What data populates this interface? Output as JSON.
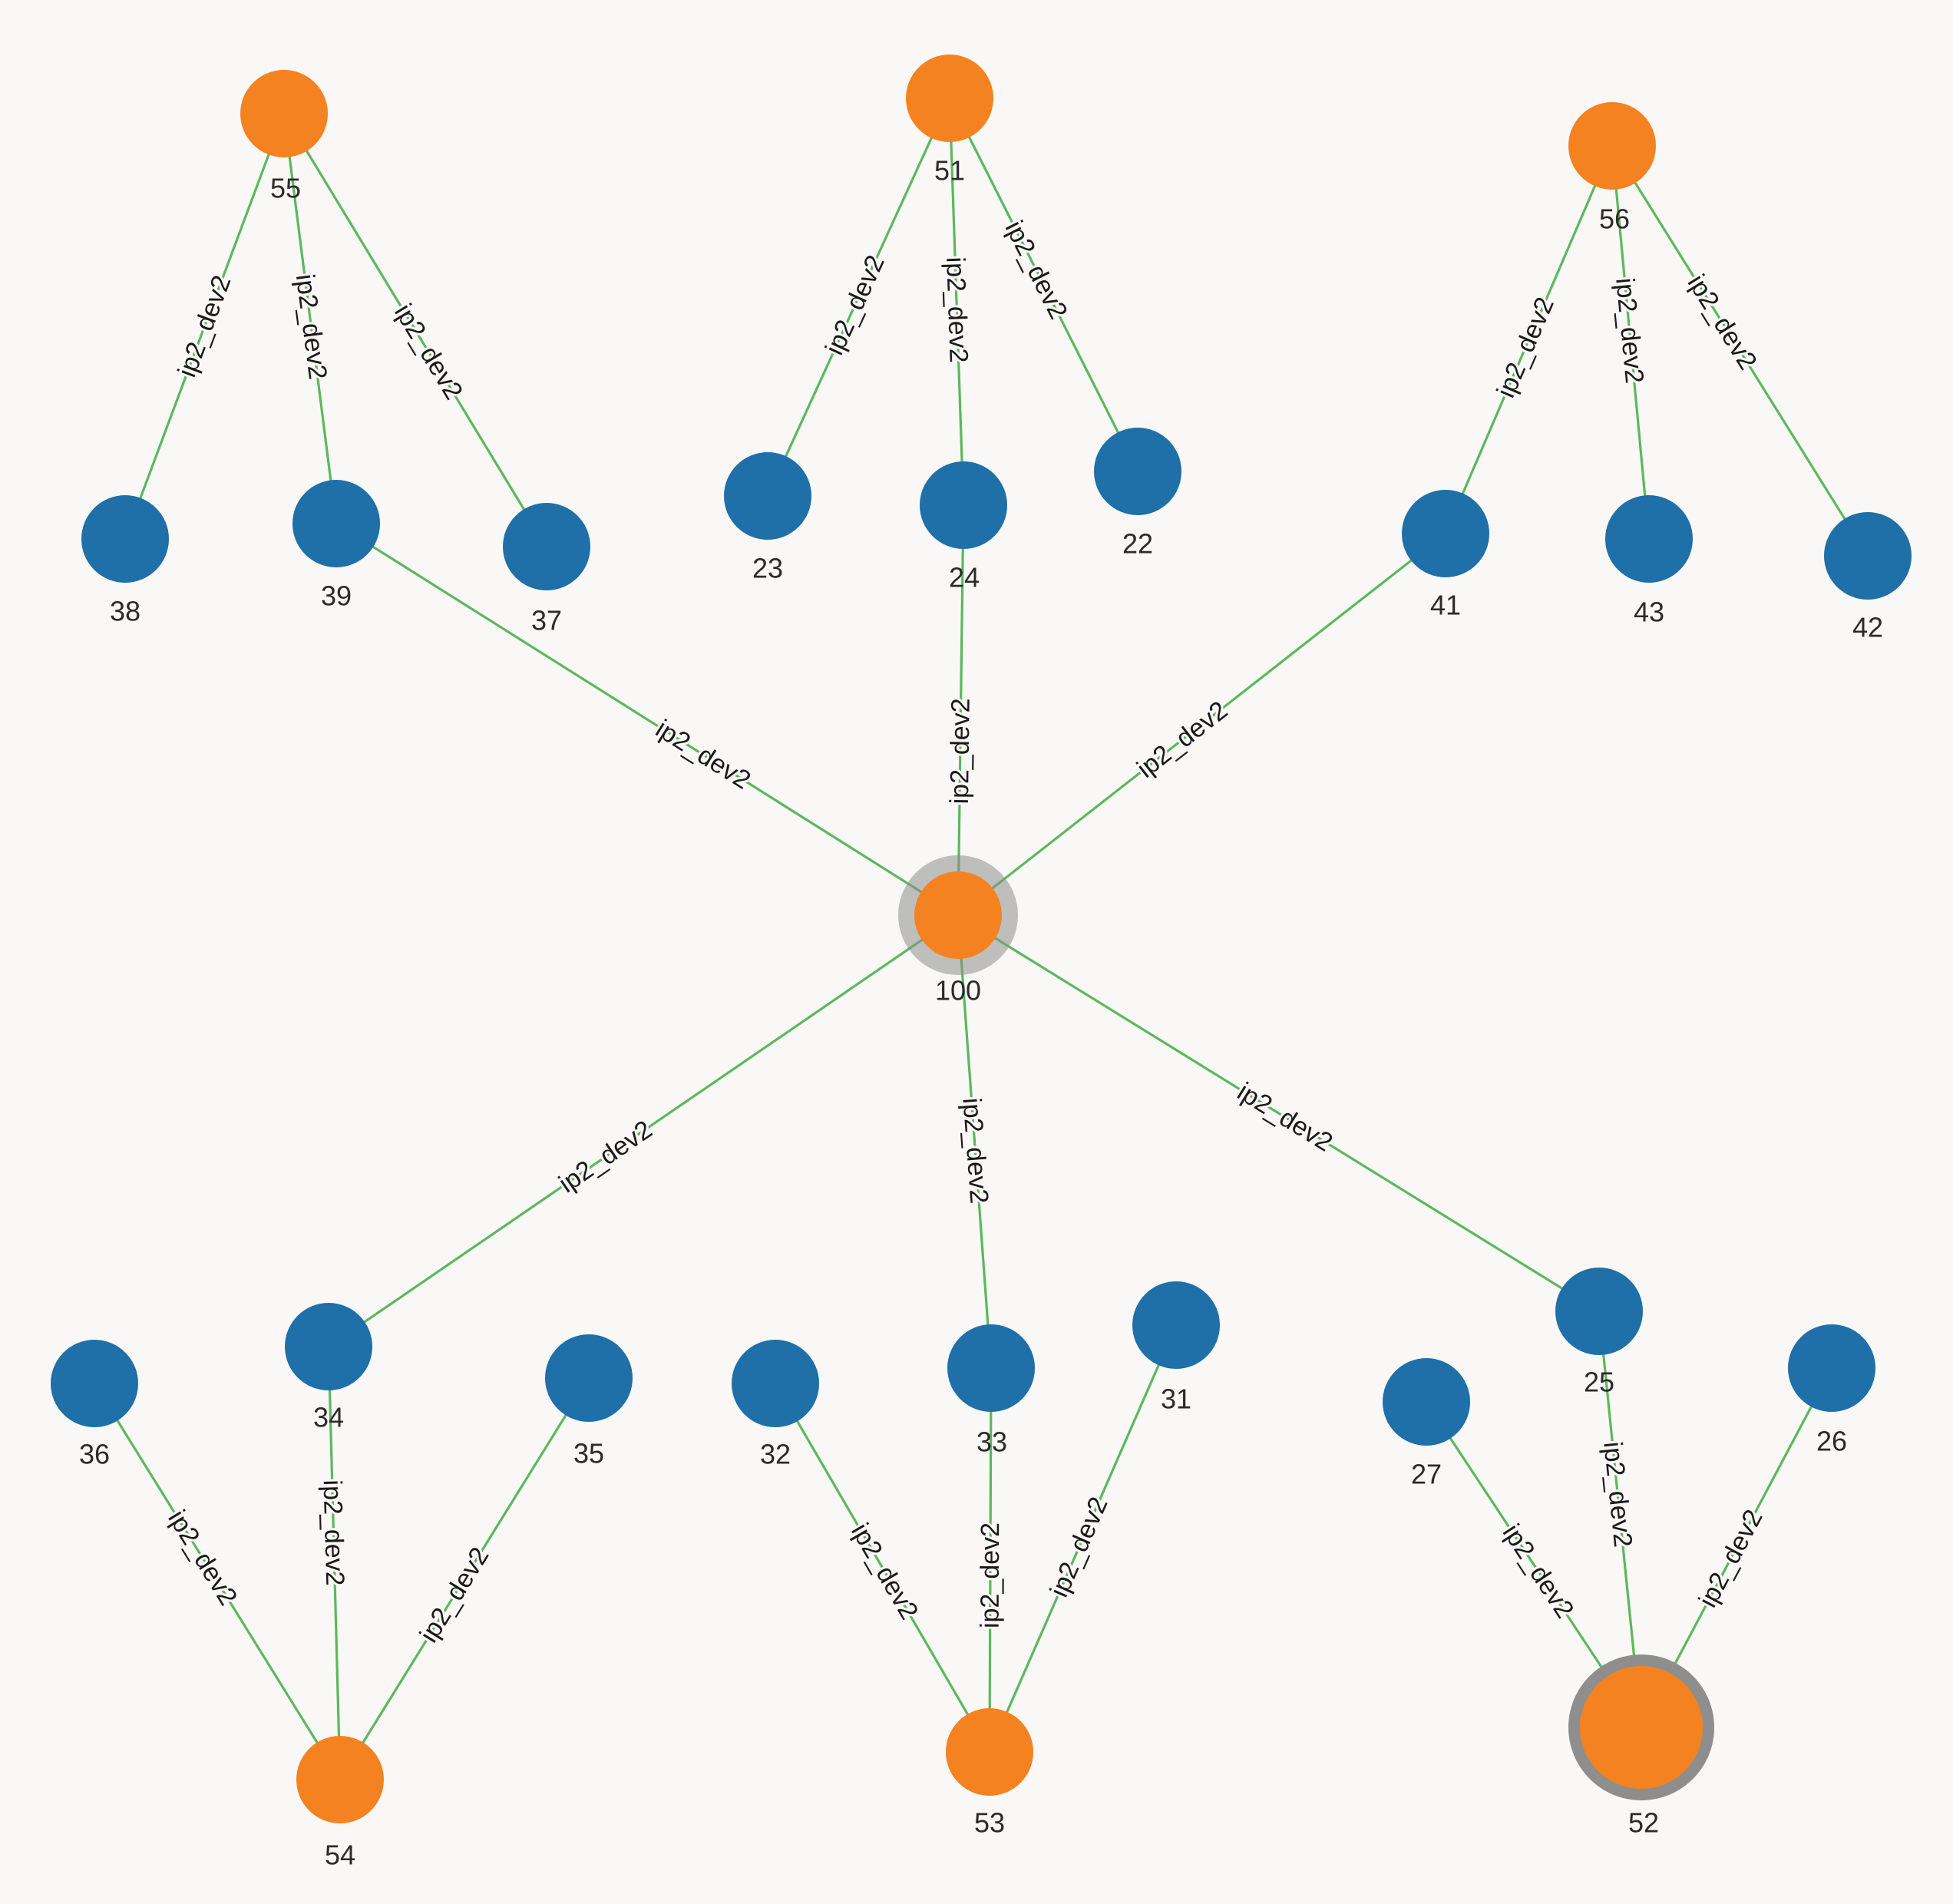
{
  "colors": {
    "background": "#f9f8f7",
    "edge": "#5cb85c",
    "hub_node": "#f58220",
    "leaf_node": "#1f6fa8",
    "selection_halo": "#8e8e8e",
    "label_text": "#2b2b2b"
  },
  "nodes": [
    {
      "id": "100",
      "label": "100",
      "kind": "hub",
      "selected": true
    },
    {
      "id": "55",
      "label": "55",
      "kind": "hub"
    },
    {
      "id": "51",
      "label": "51",
      "kind": "hub"
    },
    {
      "id": "56",
      "label": "56",
      "kind": "hub"
    },
    {
      "id": "54",
      "label": "54",
      "kind": "hub"
    },
    {
      "id": "53",
      "label": "53",
      "kind": "hub"
    },
    {
      "id": "52",
      "label": "52",
      "kind": "hub",
      "selected": true
    },
    {
      "id": "38",
      "label": "38",
      "kind": "leaf"
    },
    {
      "id": "39",
      "label": "39",
      "kind": "leaf"
    },
    {
      "id": "37",
      "label": "37",
      "kind": "leaf"
    },
    {
      "id": "23",
      "label": "23",
      "kind": "leaf"
    },
    {
      "id": "24",
      "label": "24",
      "kind": "leaf"
    },
    {
      "id": "22",
      "label": "22",
      "kind": "leaf"
    },
    {
      "id": "41",
      "label": "41",
      "kind": "leaf"
    },
    {
      "id": "43",
      "label": "43",
      "kind": "leaf"
    },
    {
      "id": "42",
      "label": "42",
      "kind": "leaf"
    },
    {
      "id": "36",
      "label": "36",
      "kind": "leaf"
    },
    {
      "id": "34",
      "label": "34",
      "kind": "leaf"
    },
    {
      "id": "35",
      "label": "35",
      "kind": "leaf"
    },
    {
      "id": "32",
      "label": "32",
      "kind": "leaf"
    },
    {
      "id": "33",
      "label": "33",
      "kind": "leaf"
    },
    {
      "id": "31",
      "label": "31",
      "kind": "leaf"
    },
    {
      "id": "27",
      "label": "27",
      "kind": "leaf"
    },
    {
      "id": "25",
      "label": "25",
      "kind": "leaf"
    },
    {
      "id": "26",
      "label": "26",
      "kind": "leaf"
    }
  ],
  "edges": [
    {
      "source": "55",
      "target": "38",
      "label": "ip2_dev2"
    },
    {
      "source": "55",
      "target": "39",
      "label": "ip2_dev2"
    },
    {
      "source": "55",
      "target": "37",
      "label": "ip2_dev2"
    },
    {
      "source": "51",
      "target": "23",
      "label": "ip2_dev2"
    },
    {
      "source": "51",
      "target": "24",
      "label": "ip2_dev2"
    },
    {
      "source": "51",
      "target": "22",
      "label": "ip2_dev2"
    },
    {
      "source": "56",
      "target": "41",
      "label": "ip2_dev2"
    },
    {
      "source": "56",
      "target": "43",
      "label": "ip2_dev2"
    },
    {
      "source": "56",
      "target": "42",
      "label": "ip2_dev2"
    },
    {
      "source": "39",
      "target": "100",
      "label": "ip2_dev2"
    },
    {
      "source": "24",
      "target": "100",
      "label": "ip2_dev2"
    },
    {
      "source": "41",
      "target": "100",
      "label": "ip2_dev2"
    },
    {
      "source": "100",
      "target": "34",
      "label": "ip2_dev2"
    },
    {
      "source": "100",
      "target": "33",
      "label": "ip2_dev2"
    },
    {
      "source": "100",
      "target": "25",
      "label": "ip2_dev2"
    },
    {
      "source": "36",
      "target": "54",
      "label": "ip2_dev2"
    },
    {
      "source": "34",
      "target": "54",
      "label": "ip2_dev2"
    },
    {
      "source": "35",
      "target": "54",
      "label": "ip2_dev2"
    },
    {
      "source": "32",
      "target": "53",
      "label": "ip2_dev2"
    },
    {
      "source": "33",
      "target": "53",
      "label": "ip2_dev2"
    },
    {
      "source": "31",
      "target": "53",
      "label": "ip2_dev2"
    },
    {
      "source": "27",
      "target": "52",
      "label": "ip2_dev2"
    },
    {
      "source": "25",
      "target": "52",
      "label": "ip2_dev2"
    },
    {
      "source": "26",
      "target": "52",
      "label": "ip2_dev2"
    }
  ]
}
